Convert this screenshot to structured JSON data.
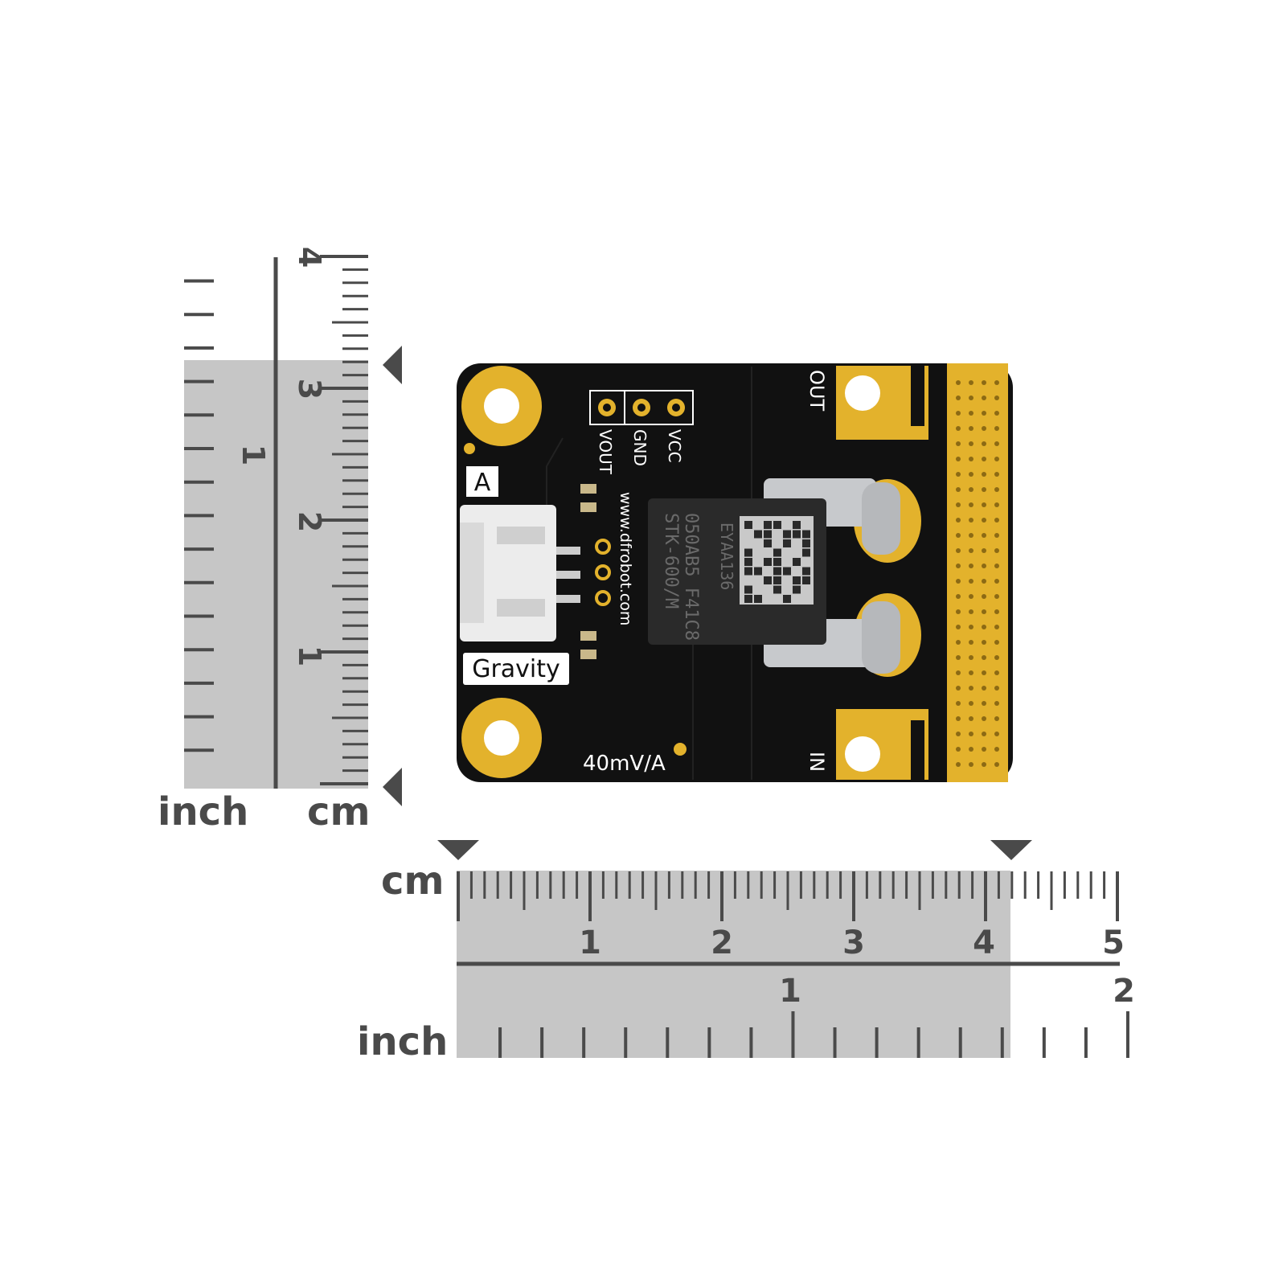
{
  "rulers": {
    "vertical": {
      "unit_inch": "inch",
      "unit_cm": "cm",
      "cm_numbers": [
        "1",
        "2",
        "3",
        "4"
      ],
      "inch_numbers": [
        "1"
      ],
      "measured_cm": 3.2
    },
    "horizontal": {
      "unit_cm": "cm",
      "unit_inch": "inch",
      "cm_numbers": [
        "1",
        "2",
        "3",
        "4",
        "5"
      ],
      "inch_numbers": [
        "1",
        "2"
      ],
      "measured_cm": 4.2
    }
  },
  "board": {
    "pins": [
      "VOUT",
      "GND",
      "VCC"
    ],
    "label_a": "A",
    "label_gravity": "Gravity",
    "label_sensitivity": "40mV/A",
    "label_out": "OUT",
    "label_in": "IN",
    "website": "www.dfrobot.com",
    "chip_line1": "STK-600/M",
    "chip_line2": "050AB5 F41C8",
    "chip_line3": "EYAA136"
  },
  "colors": {
    "board": "#111111",
    "gold": "#e3b22c",
    "ruler_shade": "#c6c6c6",
    "ruler_ink": "#4a4a4a"
  }
}
